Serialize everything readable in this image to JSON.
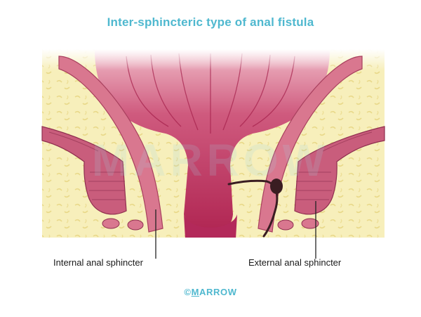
{
  "title": "Inter-sphincteric type of anal fistula",
  "labels": {
    "internal": "Internal anal sphincter",
    "external": "External anal sphincter"
  },
  "logo": {
    "copyright": "©",
    "m": "M",
    "rest": "ARROW",
    "watermark": "MARROW"
  },
  "colors": {
    "title": "#4fb8cf",
    "fat": "#f6eeb6",
    "muscle": "#c24d72",
    "mucosa": "#bd2f5c",
    "pink_light": "#e8a5b5",
    "fistula": "#3a1d22",
    "logo": "#4fb8cf"
  }
}
